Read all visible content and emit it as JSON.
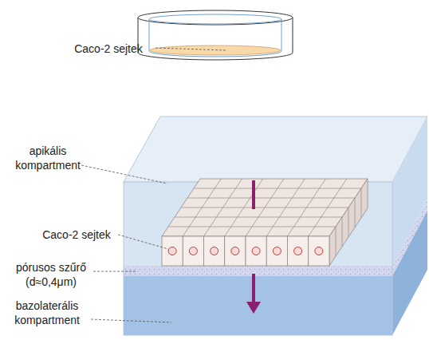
{
  "diagram": {
    "labels": [
      "Caco-2 sejtek",
      "apikális kompartment",
      "Caco-2 sejtek",
      "pórusos szűrő (d≈0,4μm)",
      "bazolaterális kompartment"
    ]
  }
}
